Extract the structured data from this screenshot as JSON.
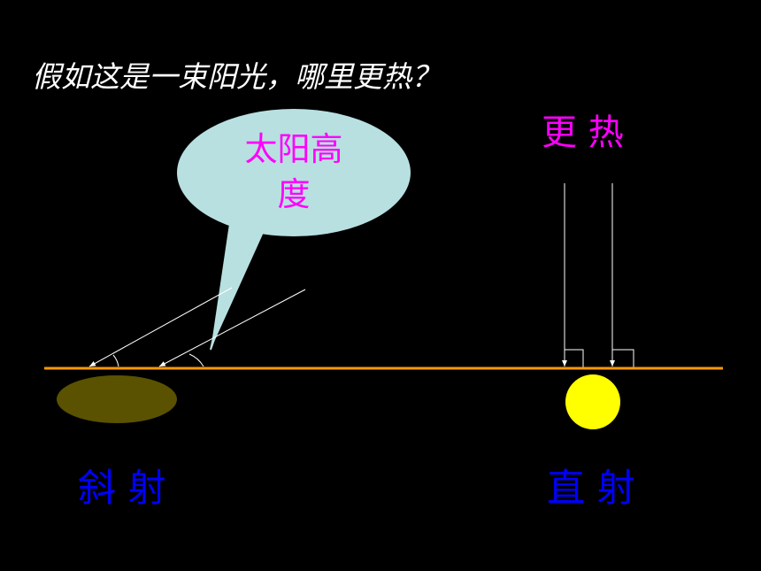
{
  "slide": {
    "question": "假如这是一束阳光，哪里更热？",
    "bubble_line1": "太阳高",
    "bubble_line2": "度",
    "hotter_label": "更 热",
    "oblique_label": "斜 射",
    "direct_label": "直 射"
  },
  "colors": {
    "background": "#000000",
    "ground": "#ff9900",
    "oblique_spot": "#5a5200",
    "direct_spot": "#ffff00",
    "bubble_fill": "#b8e0e0",
    "rays": "#ffffff",
    "magenta_text": "#ff00ff",
    "blue_text": "#0000ff"
  }
}
